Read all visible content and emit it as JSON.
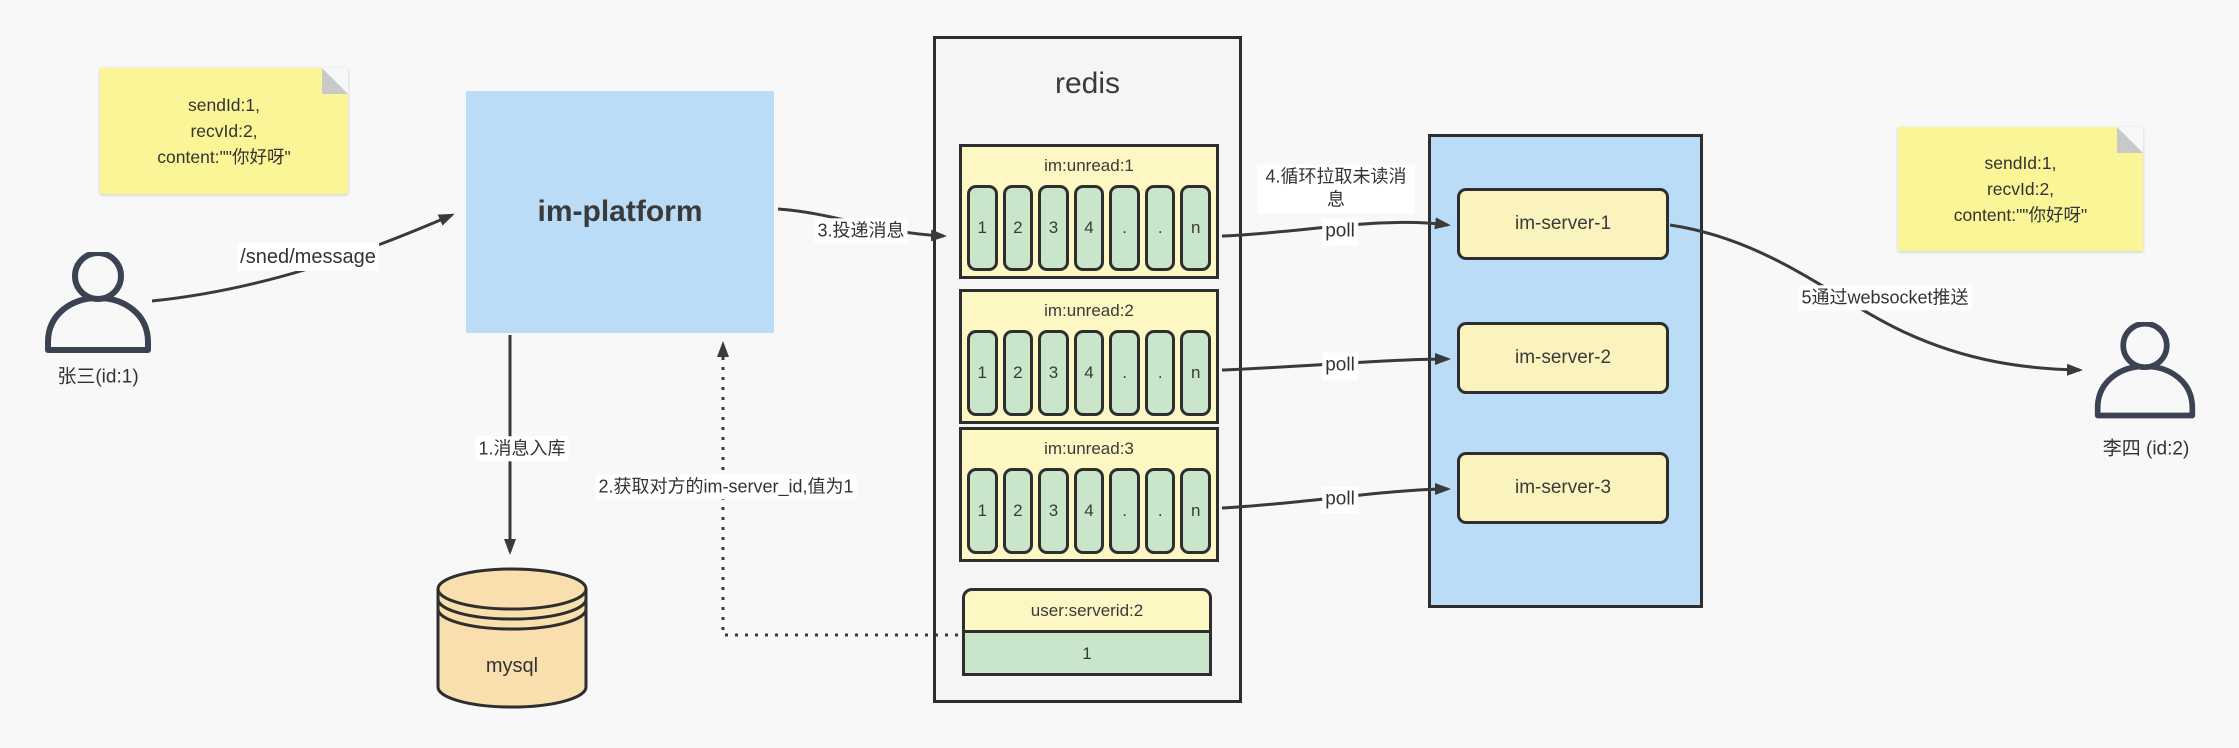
{
  "notes": {
    "left": {
      "lines": [
        "sendId:1,",
        "recvId:2,",
        "content:\"\"你好呀\""
      ]
    },
    "right": {
      "lines": [
        "sendId:1,",
        "recvId:2,",
        "content:\"\"你好呀\""
      ]
    }
  },
  "actors": {
    "sender": "张三(id:1)",
    "receiver": "李四 (id:2)"
  },
  "platform": {
    "label": "im-platform"
  },
  "database": {
    "label": "mysql"
  },
  "redis": {
    "title": "redis",
    "queues": [
      {
        "label": "im:unread:1",
        "cells": [
          "1",
          "2",
          "3",
          "4",
          ".",
          ".",
          "n"
        ]
      },
      {
        "label": "im:unread:2",
        "cells": [
          "1",
          "2",
          "3",
          "4",
          ".",
          ".",
          "n"
        ]
      },
      {
        "label": "im:unread:3",
        "cells": [
          "1",
          "2",
          "3",
          "4",
          ".",
          ".",
          "n"
        ]
      }
    ],
    "mapping": {
      "label": "user:serverid:2",
      "value": "1"
    }
  },
  "server_cluster": {
    "items": [
      "im-server-1",
      "im-server-2",
      "im-server-3"
    ]
  },
  "edges": {
    "send": "/sned/message",
    "store": "1.消息入库",
    "lookup": "2.获取对方的im-server_id,值为1",
    "deliver": "3.投递消息",
    "pull": "4.循环拉取未读消息",
    "poll_1": "poll",
    "poll_2": "poll",
    "poll_3": "poll",
    "push": "5通过websocket推送"
  },
  "colors": {
    "node_blue": "#bbdcf7",
    "node_yellow": "#fbf3bd",
    "queue_yellow": "#fdf7c3",
    "cell_green": "#c9e6ca",
    "note_yellow": "#faf596",
    "db_orange": "#f8dfad",
    "container_gray": "#f5f5f5",
    "border": "#2e2e2e"
  }
}
